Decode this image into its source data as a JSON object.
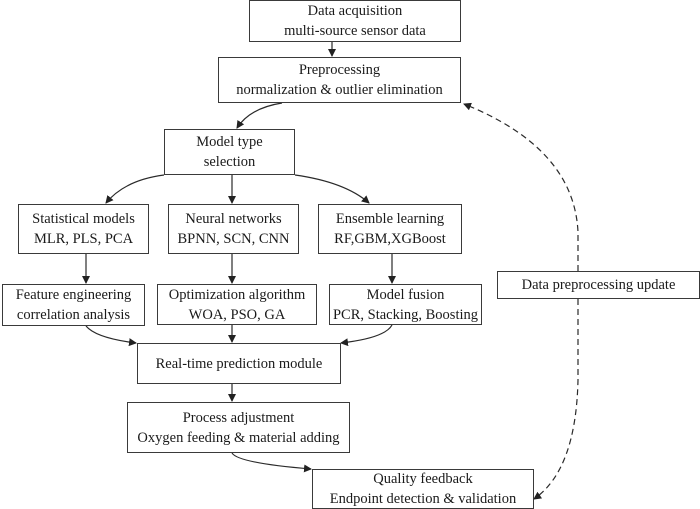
{
  "diagram": {
    "type": "flowchart",
    "nodes": {
      "data_acquisition": {
        "line1": "Data acquisition",
        "line2": "multi-source sensor data"
      },
      "preprocessing": {
        "line1": "Preprocessing",
        "line2": "normalization & outlier elimination"
      },
      "model_type_selection": {
        "line1": "Model type",
        "line2": "selection"
      },
      "statistical_models": {
        "line1": "Statistical models",
        "line2": "MLR, PLS, PCA"
      },
      "neural_networks": {
        "line1": "Neural networks",
        "line2": "BPNN, SCN, CNN"
      },
      "ensemble_learning": {
        "line1": "Ensemble learning",
        "line2": "RF,GBM,XGBoost"
      },
      "feature_engineering": {
        "line1": "Feature engineering",
        "line2": "correlation analysis"
      },
      "optimization_algorithm": {
        "line1": "Optimization algorithm",
        "line2": "WOA, PSO, GA"
      },
      "model_fusion": {
        "line1": "Model fusion",
        "line2": "PCR, Stacking, Boosting"
      },
      "realtime_prediction": {
        "line1": "Real-time prediction module"
      },
      "process_adjustment": {
        "line1": "Process adjustment",
        "line2": "Oxygen feeding & material adding"
      },
      "quality_feedback": {
        "line1": "Quality feedback",
        "line2": "Endpoint detection & validation"
      },
      "data_preprocessing_update": {
        "line1": "Data preprocessing update"
      }
    },
    "edges": [
      {
        "from": "data_acquisition",
        "to": "preprocessing",
        "style": "solid"
      },
      {
        "from": "preprocessing",
        "to": "model_type_selection",
        "style": "solid"
      },
      {
        "from": "model_type_selection",
        "to": "statistical_models",
        "style": "solid"
      },
      {
        "from": "model_type_selection",
        "to": "neural_networks",
        "style": "solid"
      },
      {
        "from": "model_type_selection",
        "to": "ensemble_learning",
        "style": "solid"
      },
      {
        "from": "statistical_models",
        "to": "feature_engineering",
        "style": "solid"
      },
      {
        "from": "neural_networks",
        "to": "optimization_algorithm",
        "style": "solid"
      },
      {
        "from": "ensemble_learning",
        "to": "model_fusion",
        "style": "solid"
      },
      {
        "from": "feature_engineering",
        "to": "realtime_prediction",
        "style": "solid"
      },
      {
        "from": "optimization_algorithm",
        "to": "realtime_prediction",
        "style": "solid"
      },
      {
        "from": "model_fusion",
        "to": "realtime_prediction",
        "style": "solid"
      },
      {
        "from": "realtime_prediction",
        "to": "process_adjustment",
        "style": "solid"
      },
      {
        "from": "process_adjustment",
        "to": "quality_feedback",
        "style": "solid"
      },
      {
        "from": "data_preprocessing_update",
        "to": "preprocessing",
        "style": "dashed"
      },
      {
        "from": "data_preprocessing_update",
        "to": "quality_feedback",
        "style": "dashed"
      }
    ],
    "colors": {
      "stroke": "#3a3a3a",
      "text": "#1a1a1a",
      "background": "#ffffff"
    }
  }
}
